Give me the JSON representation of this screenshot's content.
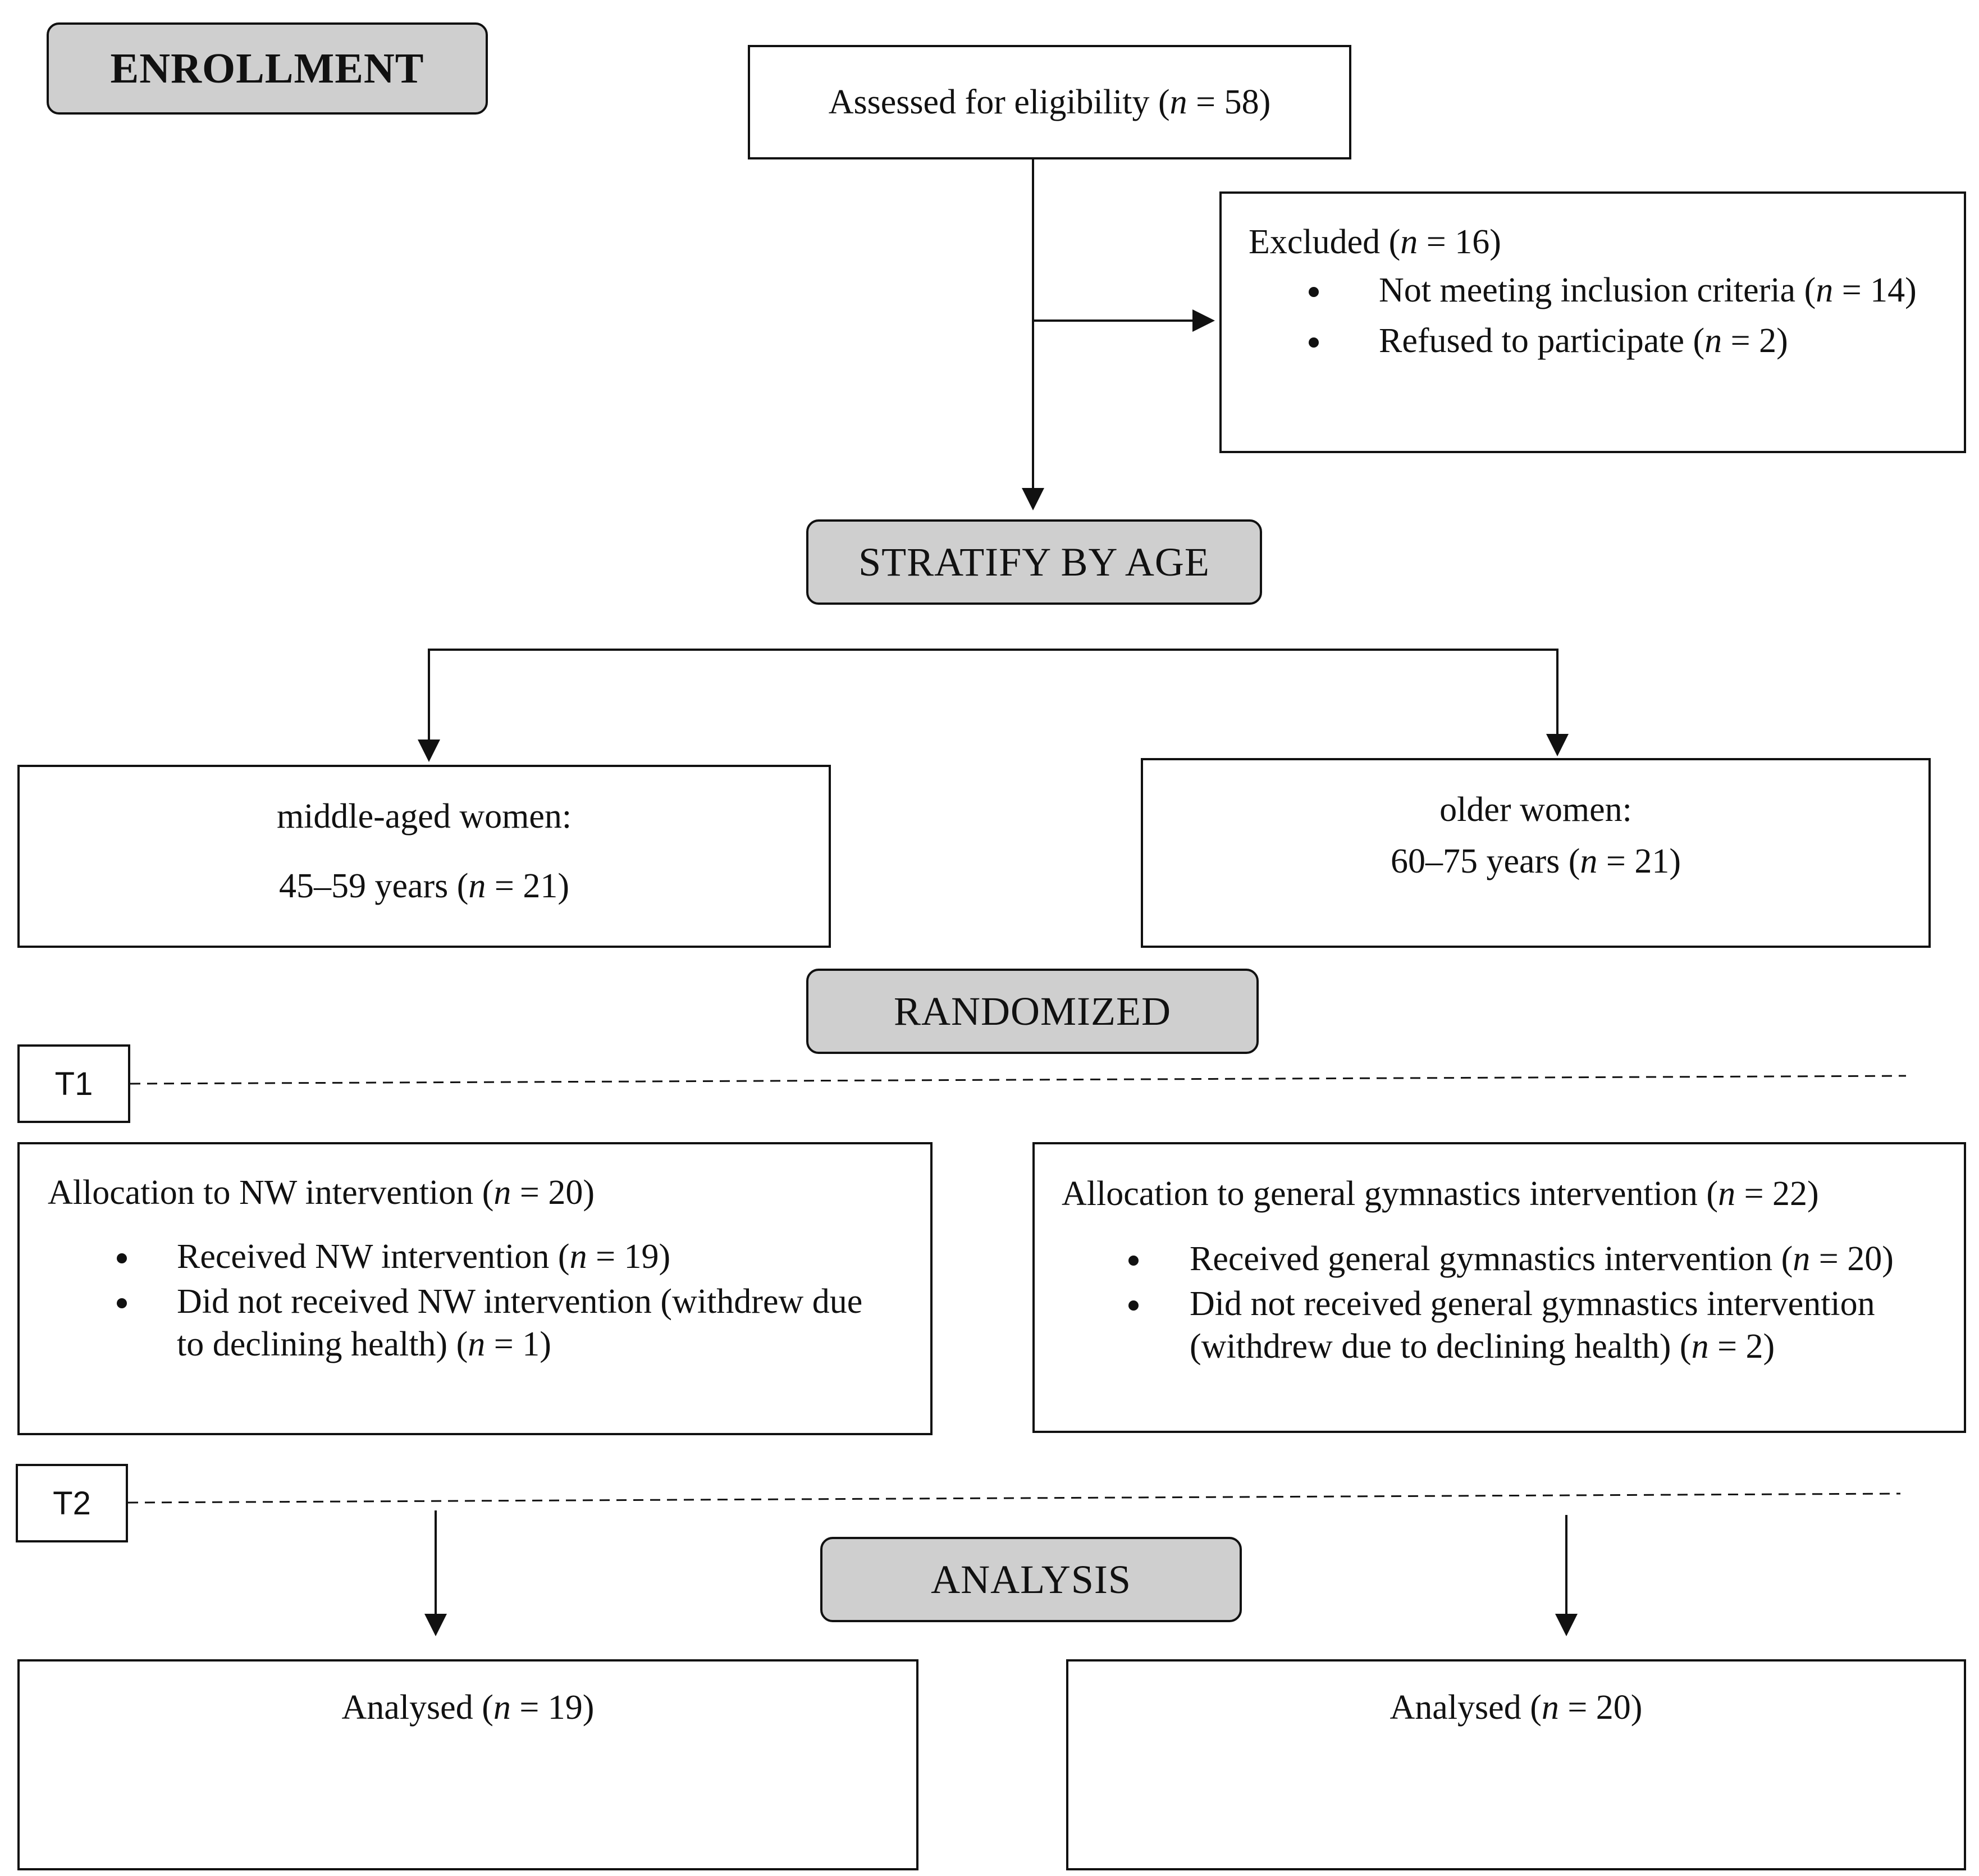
{
  "stages": {
    "enrollment": "ENROLLMENT",
    "stratify": "STRATIFY BY AGE",
    "randomized": "RANDOMIZED",
    "analysis": "ANALYSIS"
  },
  "assessed": {
    "prefix": "Assessed for eligibility (",
    "n": "n",
    "suffix": " = 58)"
  },
  "excluded": {
    "title": {
      "prefix": "Excluded  (",
      "n": "n",
      "suffix": " = 16)"
    },
    "items": [
      {
        "prefix": "Not meeting inclusion criteria (",
        "n": "n",
        "suffix": " = 14)"
      },
      {
        "prefix": "Refused to participate (",
        "n": "n",
        "suffix": " = 2)"
      }
    ]
  },
  "middle_aged": {
    "line1": "middle-aged women:",
    "prefix": "45–59 years (",
    "n": "n",
    "suffix": " = 21)"
  },
  "older": {
    "line1": "older women:",
    "prefix": "60–75 years (",
    "n": "n",
    "suffix": " = 21)"
  },
  "timepoints": {
    "t1": "T1",
    "t2": "T2"
  },
  "nw": {
    "title": {
      "prefix": "Allocation to NW intervention (",
      "n": "n",
      "suffix": " = 20)"
    },
    "item1": {
      "prefix": "Received  NW intervention (",
      "n": "n",
      "suffix": " = 19)"
    },
    "item2": {
      "line1": "Did not received NW intervention (withdrew due",
      "prefix": "to declining health) (",
      "n": "n",
      "suffix": " = 1)"
    }
  },
  "gym": {
    "title": {
      "prefix": "Allocation to general gymnastics  intervention (",
      "n": "n",
      "suffix": " = 22)"
    },
    "item1": {
      "prefix": "Received  general gymnastics intervention (",
      "n": "n",
      "suffix": " = 20)"
    },
    "item2": {
      "line1": "Did not received general gymnastics  intervention",
      "prefix": "(withdrew due to declining health) (",
      "n": "n",
      "suffix": " = 2)"
    }
  },
  "analysed_left": {
    "prefix": "Analysed (",
    "n": "n",
    "suffix": " = 19)"
  },
  "analysed_right": {
    "prefix": "Analysed (",
    "n": "n",
    "suffix": " = 20)"
  }
}
